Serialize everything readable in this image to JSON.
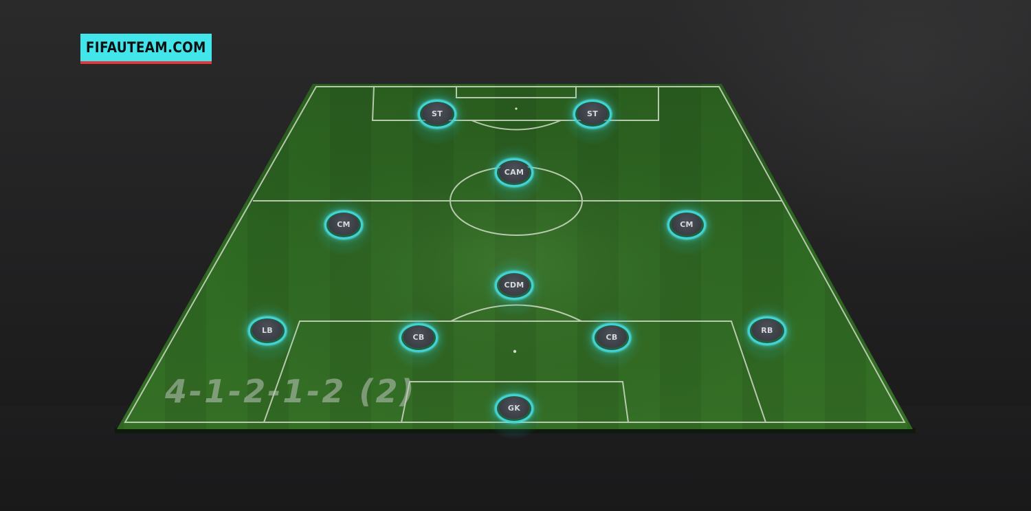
{
  "brand": {
    "label": "FIFAUTEAM.COM",
    "bg_color": "#42e6ea",
    "underline_color": "#e0383d"
  },
  "formation": {
    "name": "4-1-2-1-2 (2)"
  },
  "pitch": {
    "grass_color": "#2e6a22",
    "line_color": "#c8d8c0"
  },
  "positions": {
    "st_left": "ST",
    "st_right": "ST",
    "cam": "CAM",
    "cm_left": "CM",
    "cm_right": "CM",
    "cdm": "CDM",
    "lb": "LB",
    "cb_left": "CB",
    "cb_right": "CB",
    "rb": "RB",
    "gk": "GK"
  },
  "marker_color": "#3fd4d8"
}
